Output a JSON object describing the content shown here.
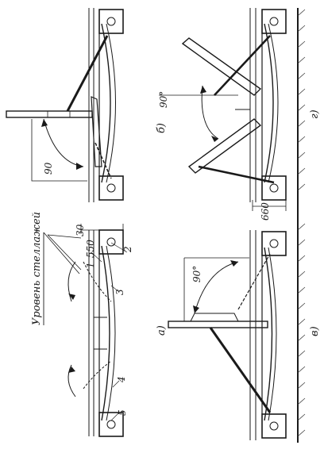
{
  "drawing": {
    "level_caption": "Уровень стеллажей",
    "panels": [
      {
        "letter": "а)",
        "part_numbers": [
          "1",
          "2",
          "3",
          "4",
          "5"
        ],
        "dimensions": [
          "550",
          "30"
        ]
      },
      {
        "letter": "б)",
        "angle": "90"
      },
      {
        "letter": "в)",
        "angle": "90°"
      },
      {
        "letter": "г)",
        "angle": "90°",
        "dimensions": [
          "660"
        ]
      }
    ]
  }
}
